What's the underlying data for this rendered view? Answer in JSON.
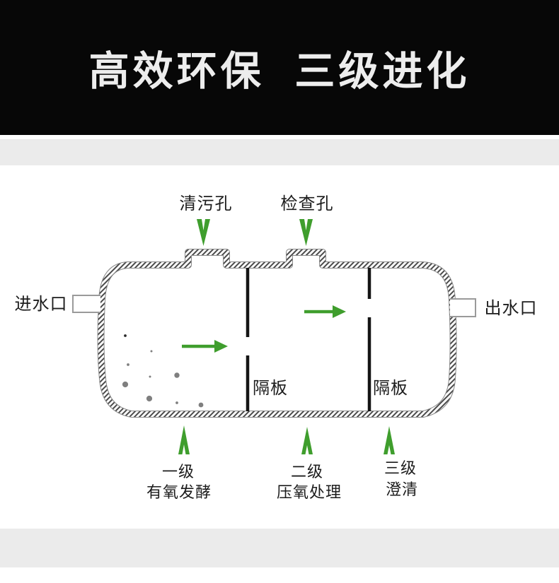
{
  "banner": {
    "title": "高效环保 三级进化"
  },
  "colors": {
    "banner_black": "#070707",
    "band_gray": "#ebebeb",
    "accent_green": "#3f9e2d",
    "ink": "#1c1c1c",
    "shell_gray": "#8a8a8a"
  },
  "diagram": {
    "top_ports": [
      {
        "label": "清污孔"
      },
      {
        "label": "检查孔"
      }
    ],
    "ports": {
      "inlet": "进水口",
      "outlet": "出水口"
    },
    "baffles": [
      {
        "label": "隔板"
      },
      {
        "label": "隔板"
      }
    ],
    "stages": [
      {
        "name": "一级",
        "process": "有氧发酵"
      },
      {
        "name": "二级",
        "process": "压氧处理"
      },
      {
        "name": "三级",
        "process": "澄清"
      }
    ]
  }
}
